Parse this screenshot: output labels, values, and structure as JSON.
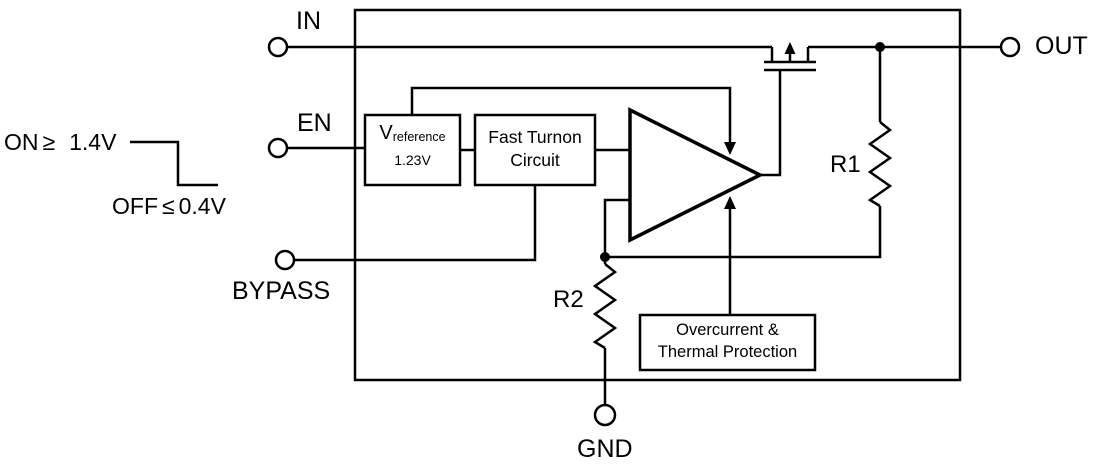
{
  "pins": {
    "in": {
      "label": "IN"
    },
    "en": {
      "label": "EN"
    },
    "bypass": {
      "label": "BYPASS"
    },
    "out": {
      "label": "OUT"
    },
    "gnd": {
      "label": "GND"
    }
  },
  "blocks": {
    "vref": {
      "symbol": "V",
      "subscript": "reference",
      "value": "1.23V"
    },
    "fast_turnon": {
      "line1": "Fast Turnon",
      "line2": "Circuit"
    },
    "protection": {
      "line1": "Overcurrent &",
      "line2": "Thermal Protection"
    }
  },
  "resistors": {
    "r1": "R1",
    "r2": "R2"
  },
  "enable_thresholds": {
    "on_label": "ON",
    "on_operator": "≥",
    "on_value": "1.4V",
    "off_label": "OFF",
    "off_operator": "≤",
    "off_value": "0.4V"
  },
  "colors": {
    "stroke": "#000000",
    "background": "#ffffff"
  }
}
